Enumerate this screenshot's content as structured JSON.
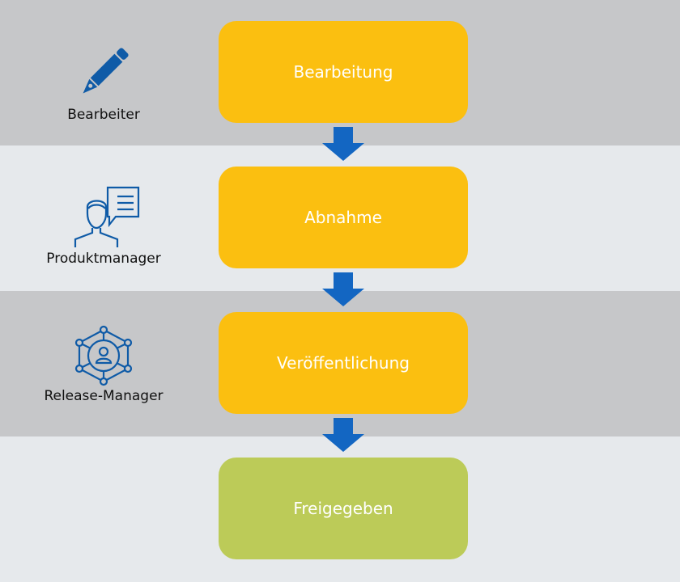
{
  "colors": {
    "band_dark": "#c6c7c9",
    "band_light": "#e6e9ec",
    "step_active": "#fbbf10",
    "step_done": "#bccb58",
    "icon_blue": "#0f5ba7",
    "arrow_blue": "#1366c2"
  },
  "lanes": [
    {
      "role": "Bearbeiter",
      "icon": "pencil-icon",
      "step": "Bearbeitung"
    },
    {
      "role": "Produktmanager",
      "icon": "person-speech-bubble-icon",
      "step": "Abnahme"
    },
    {
      "role": "Release-Manager",
      "icon": "network-user-icon",
      "step": "Veröffentlichung"
    },
    {
      "role": "",
      "icon": "",
      "step": "Freigegeben"
    }
  ]
}
